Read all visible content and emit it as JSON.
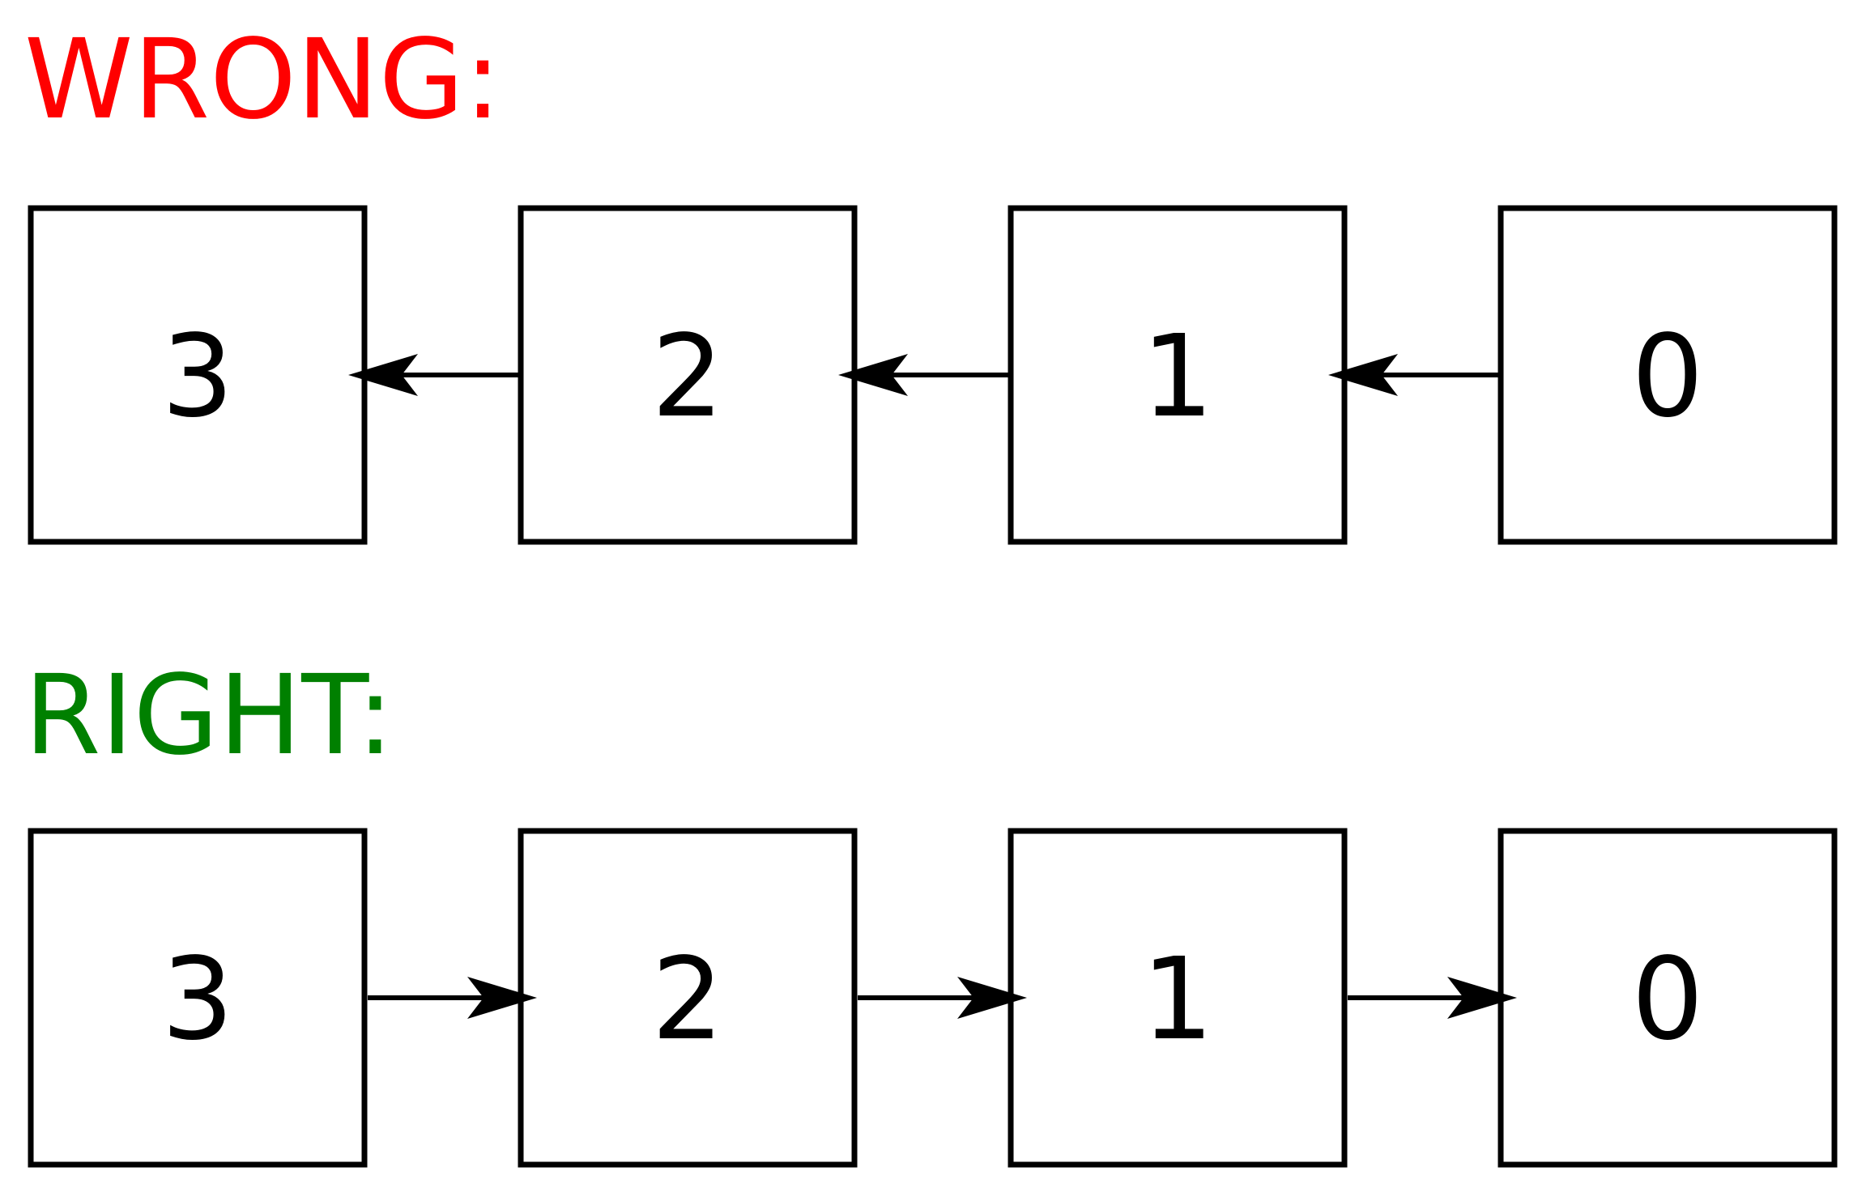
{
  "colors": {
    "wrong": "#ff0000",
    "right": "#008000",
    "stroke": "#000000",
    "fill": "#ffffff"
  },
  "sections": [
    {
      "id": "wrong",
      "title": "WRONG:",
      "color": "#ff0000",
      "nodes": [
        "3",
        "2",
        "1",
        "0"
      ],
      "arrow_direction": "left"
    },
    {
      "id": "right",
      "title": "RIGHT:",
      "color": "#008000",
      "nodes": [
        "3",
        "2",
        "1",
        "0"
      ],
      "arrow_direction": "right"
    }
  ]
}
